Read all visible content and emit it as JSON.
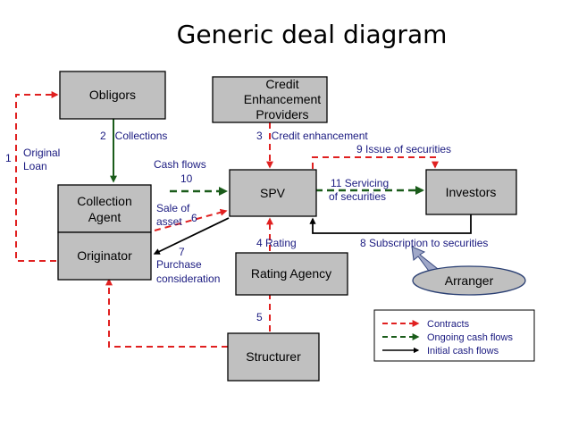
{
  "title": "Generic deal diagram",
  "colors": {
    "contracts": "#e02020",
    "ongoing_cash_flows": "#1a5c1a",
    "initial_cash_flows": "#000000",
    "box_fill": "#c0c0c0",
    "label_text": "#1a1a80"
  },
  "nodes": {
    "obligors": "Obligors",
    "credit_enhancement": [
      "Credit",
      "Enhancement",
      "Providers"
    ],
    "collection_agent": [
      "Collection",
      "Agent"
    ],
    "originator": "Originator",
    "spv": "SPV",
    "investors": "Investors",
    "rating_agency": "Rating Agency",
    "arranger": "Arranger",
    "structurer": "Structurer"
  },
  "labels": {
    "step1_num": "1",
    "step1_text": [
      "Original",
      "Loan"
    ],
    "step2": "2   Collections",
    "step3": "3   Credit enhancement",
    "step4": "4   Rating",
    "step5": "5",
    "step6_text": [
      "Sale of",
      "asset"
    ],
    "step6_num": "6",
    "step7_num": "7",
    "step7_text": [
      "Purchase",
      "consideration"
    ],
    "step8": "8 Subscription to securities",
    "step9": "9 Issue of securities",
    "step10_text": "Cash flows",
    "step10_num": "10",
    "step11_text": [
      "11 Servicing",
      "of securities"
    ]
  },
  "legend": [
    "Contracts",
    "Ongoing cash flows",
    "Initial cash flows"
  ]
}
